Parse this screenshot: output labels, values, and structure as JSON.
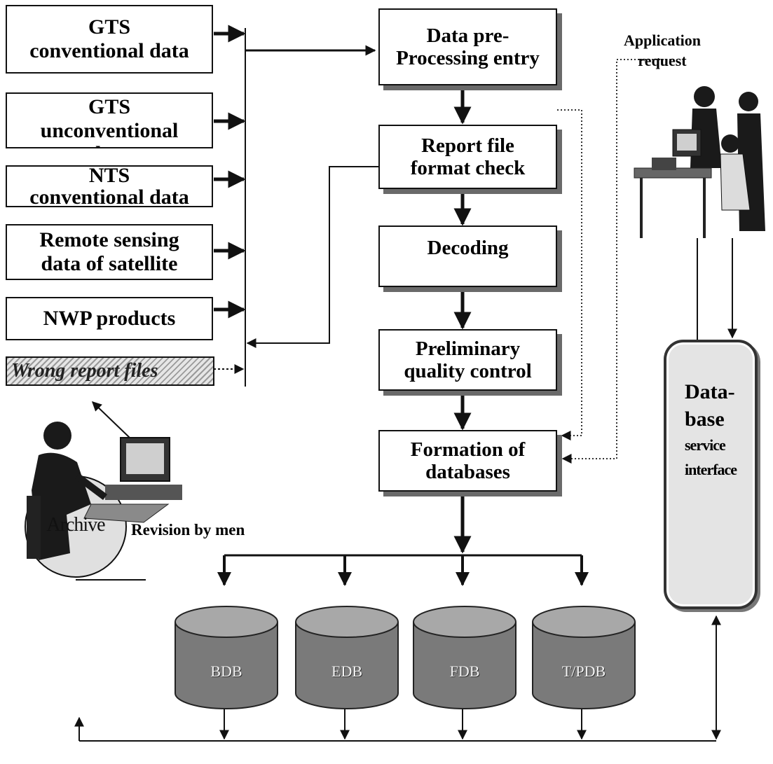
{
  "sources": [
    {
      "id": "gts-conventional",
      "label": "GTS\nconventional data"
    },
    {
      "id": "gts-unconventional",
      "label": "GTS\nunconventional\ndata"
    },
    {
      "id": "nts-conventional",
      "label": "NTS\nconventional data"
    },
    {
      "id": "remote-sensing",
      "label": "Remote sensing\ndata of satellite"
    },
    {
      "id": "nwp-products",
      "label": "NWP products"
    }
  ],
  "wrong_reports": "Wrong report files",
  "flow_steps": [
    {
      "id": "preprocessing",
      "label": "Data pre-\nProcessing entry"
    },
    {
      "id": "format-check",
      "label": "Report file\nformat check"
    },
    {
      "id": "decoding",
      "label": "Decoding"
    },
    {
      "id": "quality-control",
      "label": "Preliminary\nquality control"
    },
    {
      "id": "formation",
      "label": "Formation of\ndatabases"
    }
  ],
  "application_request": "Application\nrequest",
  "revision_label": "Revision by men",
  "databases": [
    "BDB",
    "EDB",
    "FDB",
    "T/PDB"
  ],
  "archive": "Archive",
  "service_interface": {
    "line1": "Data-",
    "line2": "base",
    "line3": "service",
    "line4": "interface"
  }
}
